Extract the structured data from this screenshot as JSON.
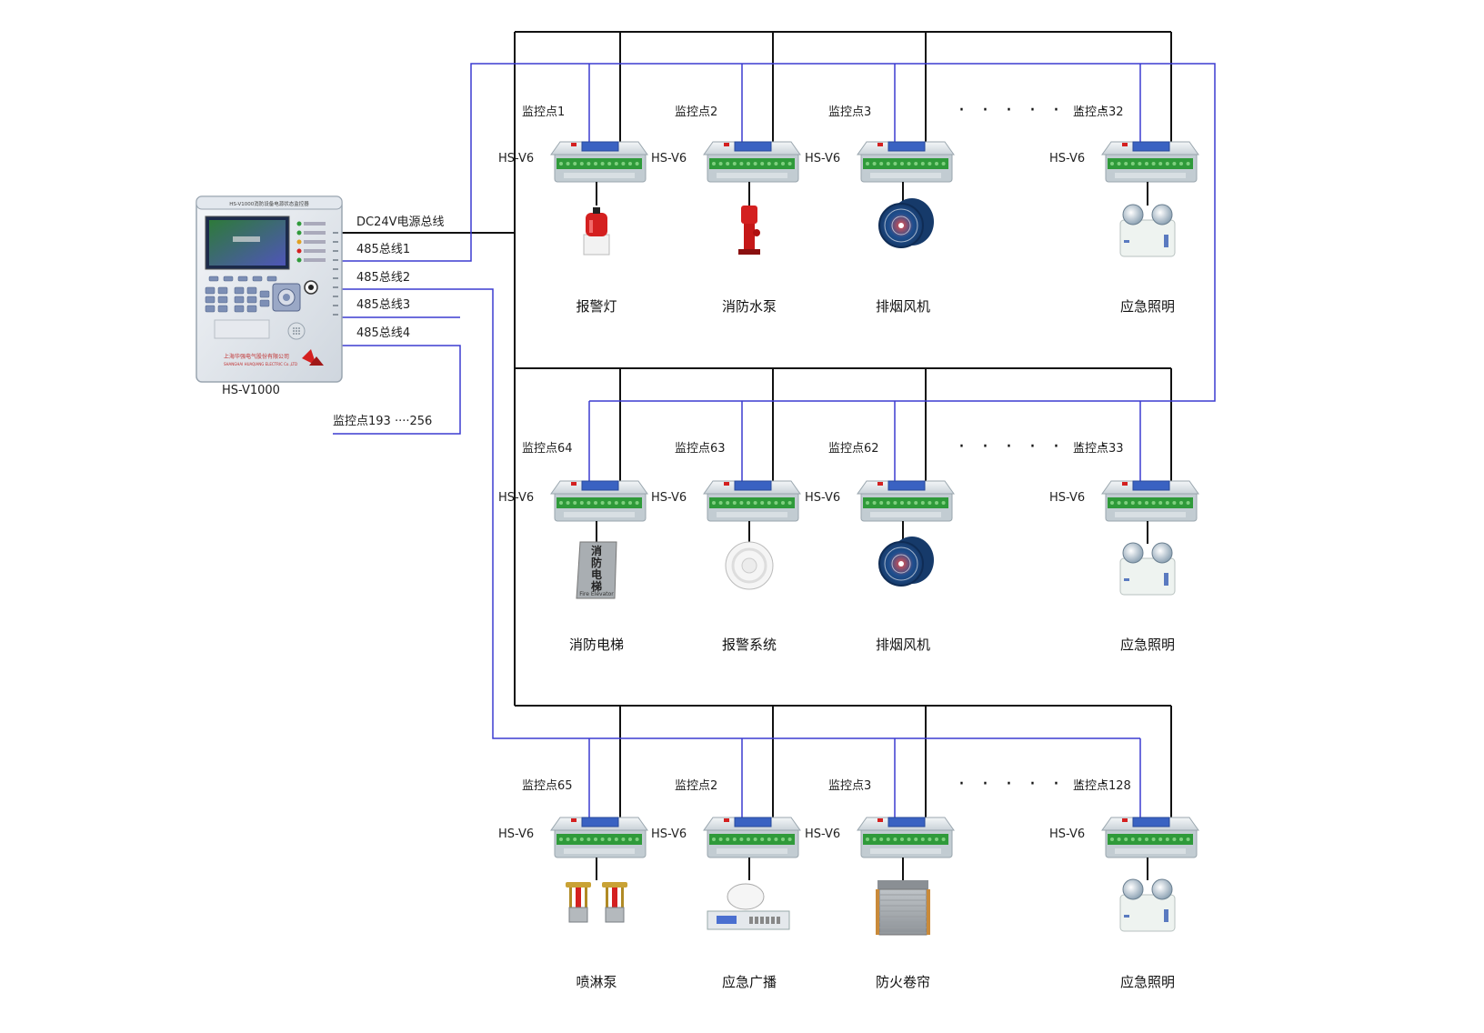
{
  "controller": {
    "model": "HS-V1000",
    "panel_title": "HS-V1000消防设备电源状态监控器",
    "company_cn": "上海华强电气股份有限公司",
    "company_en": "SHANGHAI HUAQIANG ELECTRIC Co.,LTD"
  },
  "bus_labels": {
    "power": "DC24V电源总线",
    "bus1": "485总线1",
    "bus2": "485总线2",
    "bus3": "485总线3",
    "bus4": "485总线4",
    "extra_points": "监控点193 ····256"
  },
  "module_model": "HS-V6",
  "ellipsis": "· · · · · · ·",
  "rows": [
    {
      "nodes": [
        {
          "point": "监控点1",
          "device": "报警灯",
          "icon": "alarm-lamp-icon"
        },
        {
          "point": "监控点2",
          "device": "消防水泵",
          "icon": "fire-pump-icon"
        },
        {
          "point": "监控点3",
          "device": "排烟风机",
          "icon": "exhaust-fan-icon"
        },
        {
          "point": "监控点32",
          "device": "应急照明",
          "icon": "emergency-light-icon"
        }
      ]
    },
    {
      "nodes": [
        {
          "point": "监控点64",
          "device": "消防电梯",
          "icon": "fire-elevator-icon",
          "sign_text": "消防电梯",
          "sign_en": "Fire Elevator"
        },
        {
          "point": "监控点63",
          "device": "报警系统",
          "icon": "smoke-detector-icon"
        },
        {
          "point": "监控点62",
          "device": "排烟风机",
          "icon": "exhaust-fan-icon"
        },
        {
          "point": "监控点33",
          "device": "应急照明",
          "icon": "emergency-light-icon"
        }
      ]
    },
    {
      "nodes": [
        {
          "point": "监控点65",
          "device": "喷淋泵",
          "icon": "sprinkler-icon"
        },
        {
          "point": "监控点2",
          "device": "应急广播",
          "icon": "broadcast-icon"
        },
        {
          "point": "监控点3",
          "device": "防火卷帘",
          "icon": "fire-shutter-icon"
        },
        {
          "point": "监控点128",
          "device": "应急照明",
          "icon": "emergency-light-icon"
        }
      ]
    }
  ],
  "colors": {
    "power_line": "#111111",
    "bus_line": "#3b3bd0",
    "module_body": "#dfe6ea",
    "terminal_green": "#2f9a3a",
    "alarm_red": "#d42020"
  }
}
